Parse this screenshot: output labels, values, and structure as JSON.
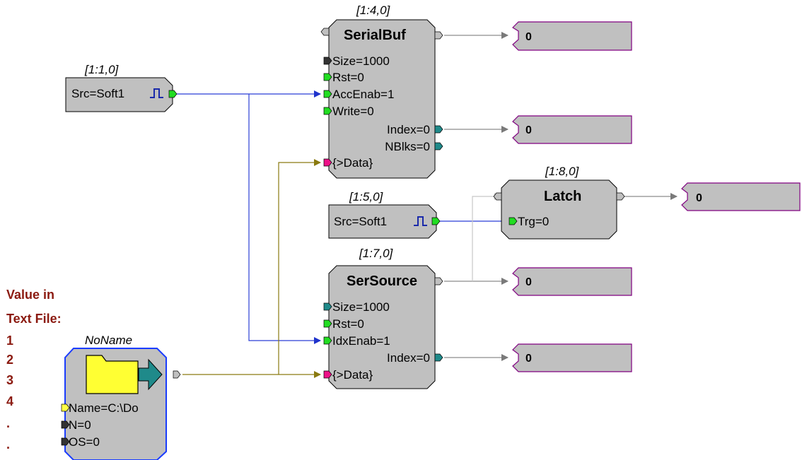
{
  "colors": {
    "component_fill": "#c0c0c0",
    "port_green": "#22dd22",
    "port_teal": "#1f8a8a",
    "port_pink": "#ee1188",
    "port_yellow": "#ffff44",
    "wire_blue": "#2b3fd6",
    "wire_olive": "#8a7a10",
    "output_border": "#800080",
    "note_text": "#8b1a10",
    "file_icon": "#ffff33",
    "file_block_border": "#1a3cff"
  },
  "components": {
    "soft1_a": {
      "coord": "[1:1,0]",
      "label": "Src=Soft1"
    },
    "serialbuf": {
      "coord": "[1:4,0]",
      "title": "SerialBuf",
      "inputs": [
        "Size=1000",
        "Rst=0",
        "AccEnab=1",
        "Write=0"
      ],
      "outputs": [
        "Index=0",
        "NBlks=0"
      ],
      "data_in": "{>Data}"
    },
    "soft1_b": {
      "coord": "[1:5,0]",
      "label": "Src=Soft1"
    },
    "latch": {
      "coord": "[1:8,0]",
      "title": "Latch",
      "input": "Trg=0"
    },
    "sersource": {
      "coord": "[1:7,0]",
      "title": "SerSource",
      "inputs": [
        "Size=1000",
        "Rst=0",
        "IdxEnab=1"
      ],
      "output": "Index=0",
      "data_in": "{>Data}"
    },
    "file_block": {
      "name": "NoName",
      "params": [
        "Name=C:\\Do",
        "N=0",
        "OS=0"
      ]
    }
  },
  "outputs": [
    "0",
    "0",
    "0",
    "0",
    "0"
  ],
  "note": {
    "lines": [
      "Value in",
      "Text File:",
      "1",
      "2",
      "3",
      "4",
      ".",
      "."
    ]
  }
}
